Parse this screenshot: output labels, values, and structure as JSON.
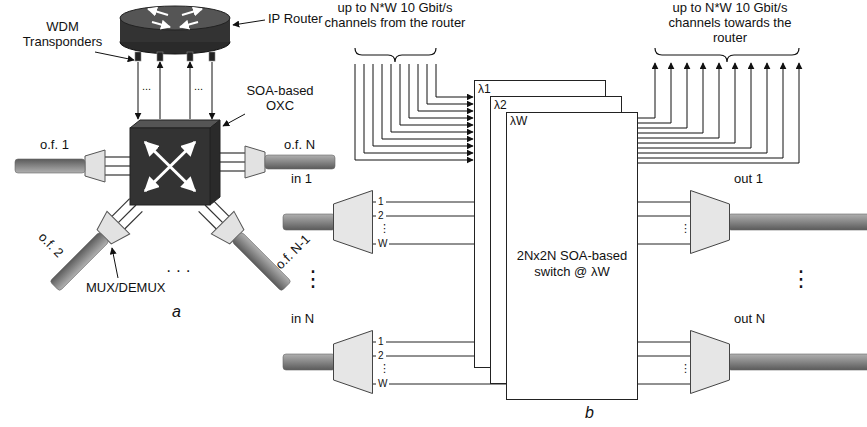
{
  "diagram": {
    "nodes": [
      {
        "text": [
          "λ1"
        ]
      },
      {
        "text": [
          "λ2"
        ]
      },
      {
        "text": [
          "λW",
          "2Nx2N SOA-based switch @ λW"
        ]
      },
      {
        "text": [
          "in 1"
        ]
      },
      {
        "text": [
          "in N"
        ]
      },
      {
        "text": [
          "out 1"
        ]
      },
      {
        "text": [
          "out N"
        ]
      }
    ],
    "edges": [
      {
        "from": 3,
        "to": 0,
        "arrow": "none",
        "label": "1"
      },
      {
        "from": 3,
        "to": 1,
        "arrow": "none",
        "label": "2"
      },
      {
        "from": 3,
        "to": 2,
        "arrow": "none",
        "label": "W"
      },
      {
        "from": 4,
        "to": 0,
        "arrow": "none",
        "label": "1"
      },
      {
        "from": 4,
        "to": 1,
        "arrow": "none",
        "label": "2"
      },
      {
        "from": 4,
        "to": 2,
        "arrow": "none",
        "label": "W"
      },
      {
        "from": 0,
        "to": 5,
        "arrow": "none"
      },
      {
        "from": 1,
        "to": 5,
        "arrow": "none"
      },
      {
        "from": 2,
        "to": 5,
        "arrow": "none"
      },
      {
        "from": 0,
        "to": 6,
        "arrow": "none"
      },
      {
        "from": 1,
        "to": 6,
        "arrow": "none"
      },
      {
        "from": 2,
        "to": 6,
        "arrow": "none"
      }
    ],
    "labels": [
      "WDM Transponders",
      "IP Router",
      "SOA-based OXC",
      "o.f. 1",
      "o.f. N",
      "o.f. 2",
      "o.f. N-1",
      "MUX/DEMUX",
      "· · ·",
      "...",
      "...",
      "a",
      "up to N*W 10 Gbit/s channels from the router",
      "up to N*W 10 Gbit/s channels towards the router",
      "⋮",
      "⋮",
      "⋮",
      "⋮",
      "⋮",
      "⋮",
      "b"
    ]
  }
}
